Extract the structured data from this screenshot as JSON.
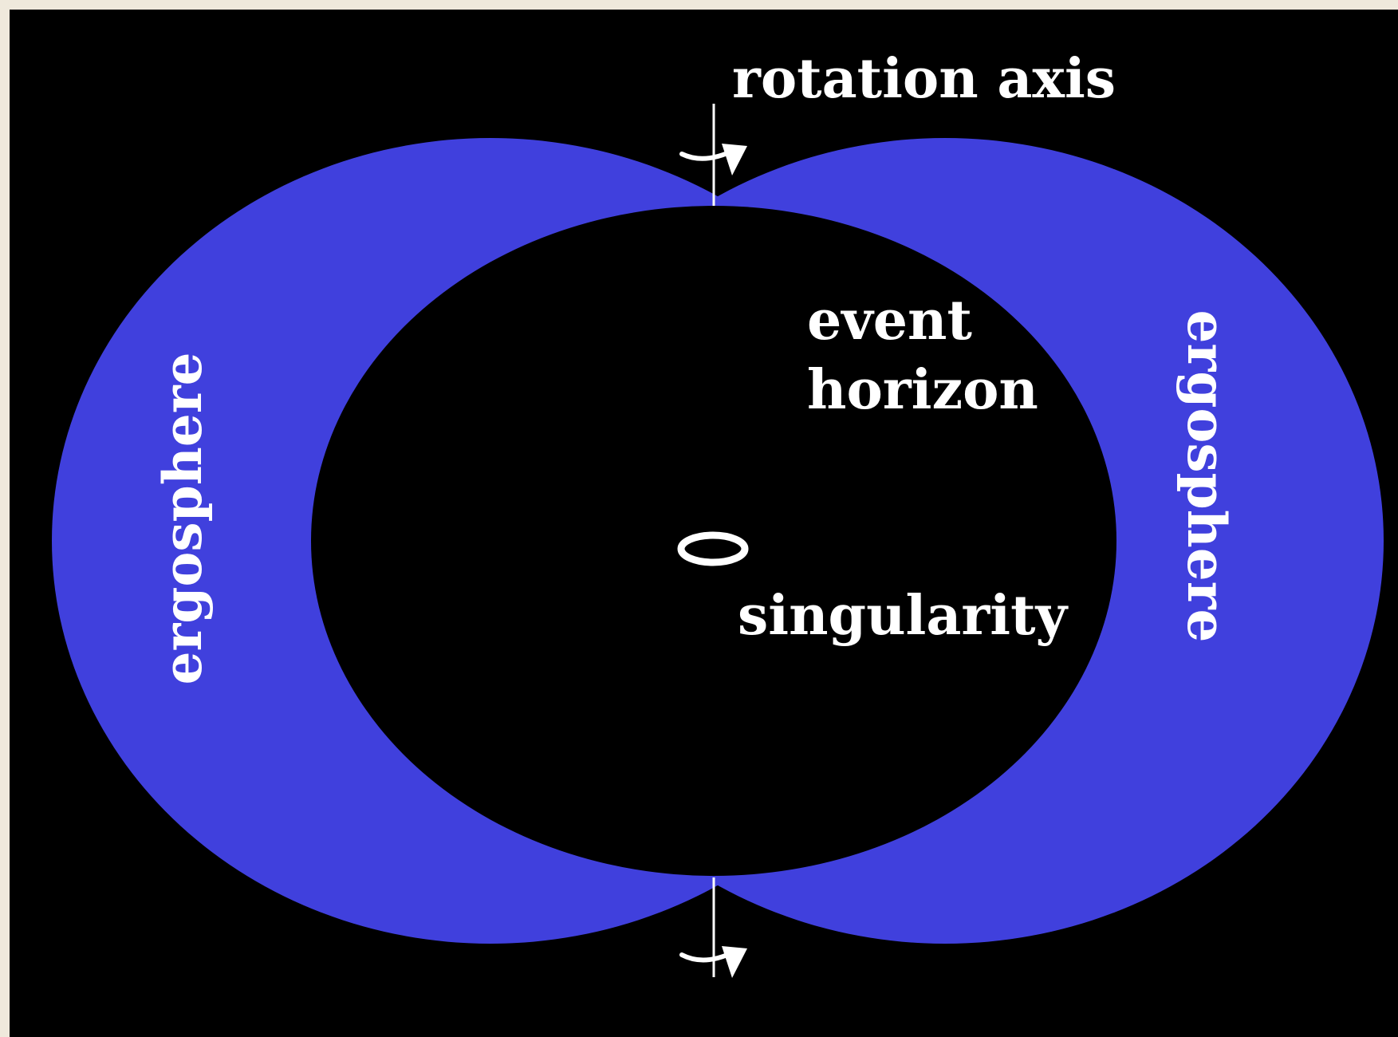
{
  "diagram": {
    "colors": {
      "frame": "#efe9dc",
      "background": "#000000",
      "ergosphere": "#4040dd",
      "horizon": "#000000",
      "text": "#ffffff"
    },
    "labels": {
      "rotation_axis": "rotation axis",
      "event_horizon_line1": "event",
      "event_horizon_line2": "horizon",
      "singularity": "singularity",
      "ergosphere_left": "ergosphere",
      "ergosphere_right": "ergosphere"
    },
    "icons": {
      "top_rotation": "curved-arrow-icon",
      "bottom_rotation": "curved-arrow-icon",
      "singularity": "ring-icon"
    }
  }
}
